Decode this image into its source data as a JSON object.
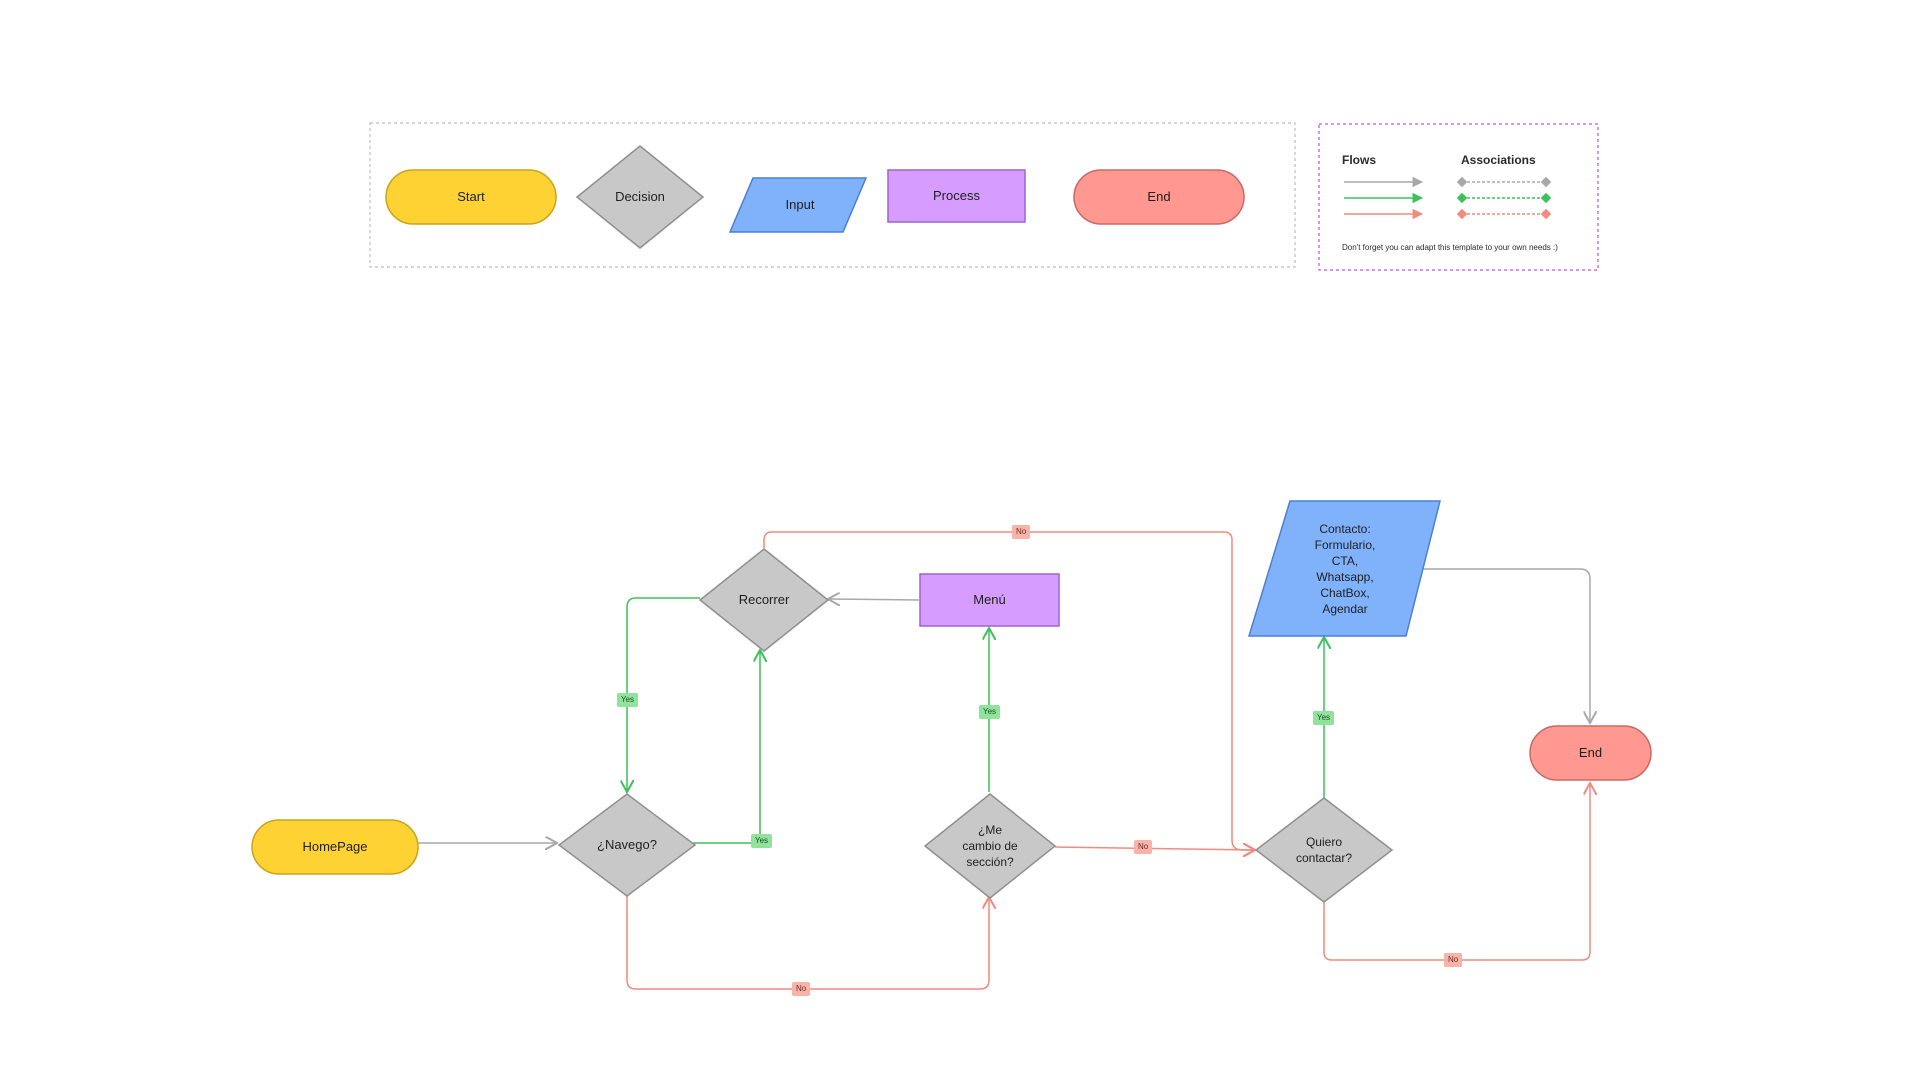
{
  "legend": {
    "shapes": {
      "start": "Start",
      "decision": "Decision",
      "input": "Input",
      "process": "Process",
      "end": "End"
    },
    "flows_title": "Flows",
    "associations_title": "Associations",
    "note": "Don't forget you can adapt this template to your own needs :)"
  },
  "flow": {
    "homepage": "HomePage",
    "navego": "¿Navego?",
    "recorrer": "Recorrer",
    "menu": "Menú",
    "cambio": "¿Me\ncambio de\nsección?",
    "quiero": "Quiero\ncontactar?",
    "contacto": "Contacto:\nFormulario,\nCTA,\nWhatsapp,\nChatBox,\nAgendar",
    "end": "End"
  },
  "badges": {
    "yes": "Yes",
    "no": "No"
  },
  "colors": {
    "start": "#ffd234",
    "decision": "#c8c8c8",
    "input": "#7fb2fb",
    "process": "#d79cff",
    "end": "#ff9890",
    "flow_gray": "#a8a8a8",
    "flow_green": "#3dc25b",
    "flow_red": "#f28a7e",
    "legend_border_gray": "#bdbdbd",
    "legend_border_purple": "#c774e8"
  }
}
